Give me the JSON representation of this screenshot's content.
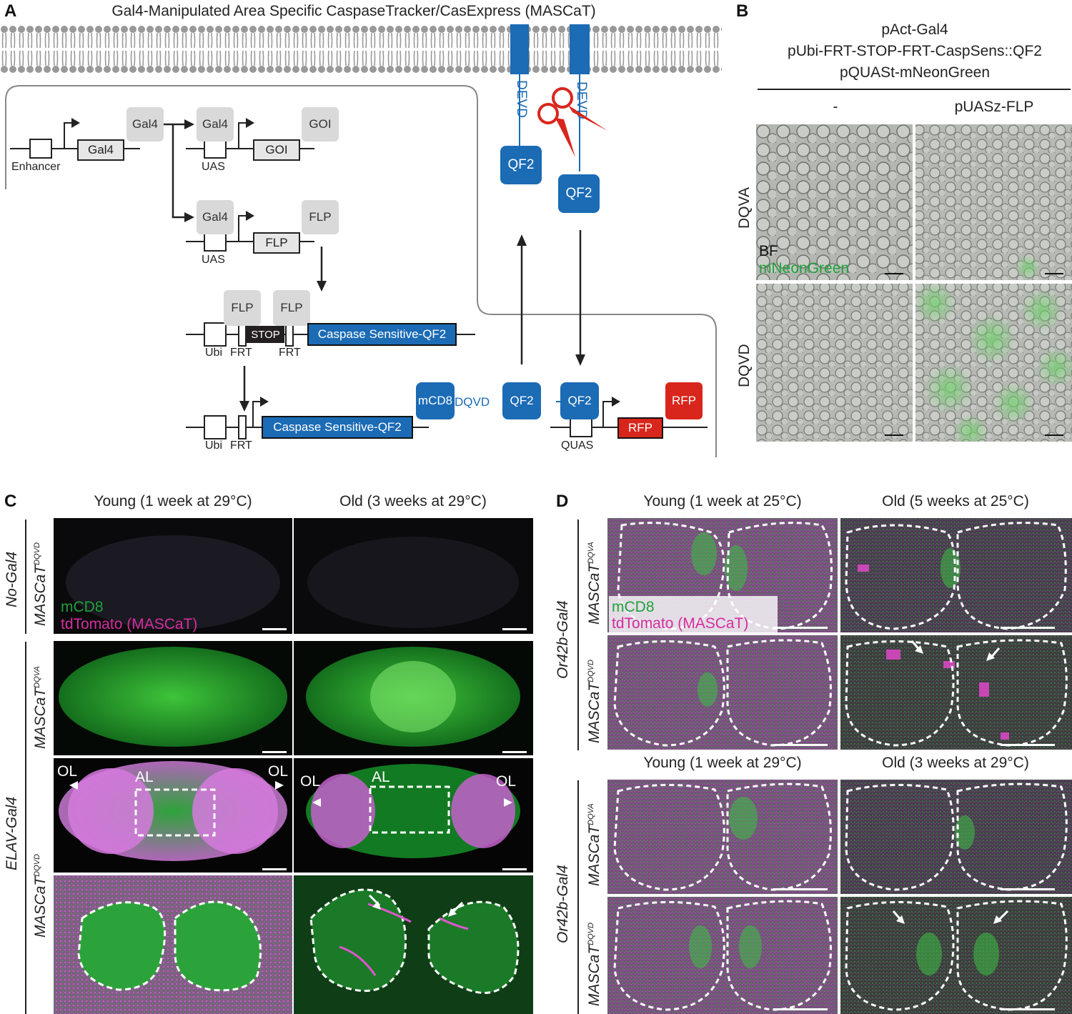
{
  "panels": {
    "a": "A",
    "b": "B",
    "c": "C",
    "d": "D"
  },
  "panelA": {
    "title": "Gal4-Manipulated Area Specific CaspaseTracker/CasExpress (MASCaT)",
    "enhancer": "Enhancer",
    "gal4": "Gal4",
    "uas": "UAS",
    "goi": "GOI",
    "flp": "FLP",
    "stop": "STOP",
    "ubi": "Ubi",
    "frt": "FRT",
    "csqf2": "Caspase Sensitive-QF2",
    "devd": "DEVD",
    "qf2": "QF2",
    "mcd8": "mCD8",
    "dqvd": "DQVD",
    "quas": "QUAS",
    "rfp": "RFP"
  },
  "panelB": {
    "line1": "pAct-Gal4",
    "line2": "pUbi-FRT-STOP-FRT-CaspSens::QF2",
    "line3": "pQUASt-mNeonGreen",
    "col1": "-",
    "col2": "pUASz-FLP",
    "row1": "DQVA",
    "row2": "DQVD",
    "bf": "BF",
    "green": "mNeonGreen"
  },
  "panelC": {
    "col1": "Young (1 week at 29°C)",
    "col2": "Old (3 weeks at 29°C)",
    "nogal4": "No-Gal4",
    "elav": "ELAV-Gal4",
    "mascat": "MASCaT",
    "dqvd": "DQVD",
    "dqva": "DQVA",
    "legend1": "mCD8",
    "legend2": "tdTomato (MASCaT)",
    "ol": "OL",
    "al": "AL"
  },
  "panelD": {
    "top_col1": "Young (1 week at 25°C)",
    "top_col2": "Old (5 weeks at 25°C)",
    "bot_col1": "Young (1 week at 29°C)",
    "bot_col2": "Old (3 weeks at 29°C)",
    "or42b": "Or42b-Gal4",
    "mascat": "MASCaT",
    "dqva": "DQVA",
    "dqvd": "DQVD",
    "legend1": "mCD8",
    "legend2": "tdTomato (MASCaT)"
  },
  "colors": {
    "blue": "#1b6bb5",
    "red": "#d9261c",
    "green": "#1fa23a",
    "magenta": "#d62c9e",
    "grey": "#d9d9d9"
  }
}
